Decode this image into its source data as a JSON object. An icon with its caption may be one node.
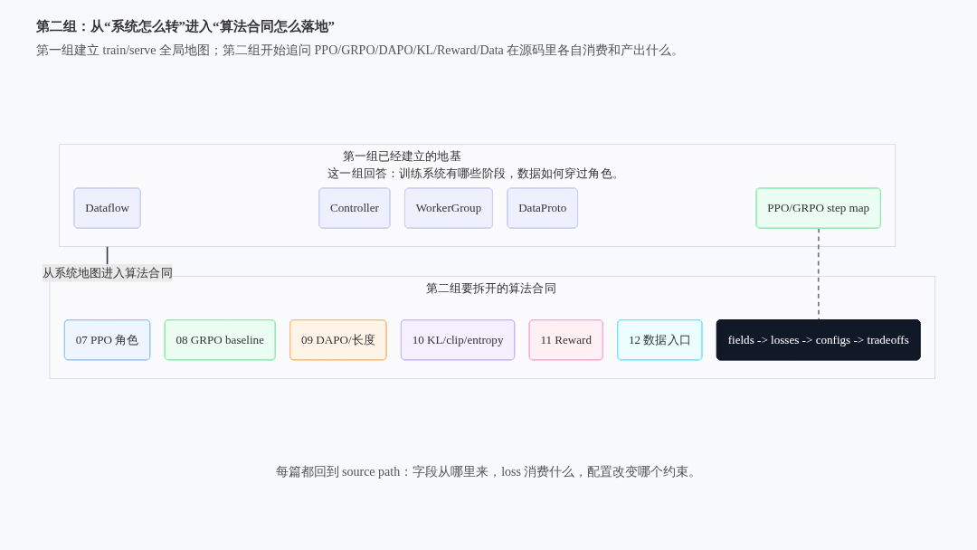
{
  "diagram": {
    "title": "第二组：从“系统怎么转”进入“算法合同怎么落地”",
    "nodes": [
      {
        "text": [
          "第一组已经建立的地基",
          "这一组回答：训练系统有哪些阶段，数据如何穿过角色。"
        ]
      },
      {
        "text": [
          "Dataflow"
        ],
        "in": 0
      },
      {
        "text": [
          "Controller"
        ],
        "in": 0
      },
      {
        "text": [
          "WorkerGroup"
        ],
        "in": 0
      },
      {
        "text": [
          "DataProto"
        ],
        "in": 0
      },
      {
        "text": [
          "PPO/GRPO step map"
        ],
        "in": 0
      },
      {
        "text": [
          "第二组要拆开的算法合同"
        ]
      },
      {
        "text": [
          "07 PPO 角色"
        ],
        "in": 6
      },
      {
        "text": [
          "08 GRPO baseline"
        ],
        "in": 6
      },
      {
        "text": [
          "09 DAPO/长度"
        ],
        "in": 6
      },
      {
        "text": [
          "10 KL/clip/entropy"
        ],
        "in": 6
      },
      {
        "text": [
          "11 Reward"
        ],
        "in": 6
      },
      {
        "text": [
          "12 数据入口"
        ],
        "in": 6
      },
      {
        "text": [
          "fields -> losses -> configs -> tradeoffs"
        ],
        "in": 6
      }
    ],
    "edges": [
      {
        "from": 0,
        "to": 6,
        "arrow": "none",
        "label": "从系统地图进入算法合同",
        "color": "#333a4a"
      },
      {
        "from": 5,
        "to": 13,
        "arrow": "none",
        "style": "dashed",
        "color": "#6b7280"
      }
    ],
    "labels": [
      "第一组建立 train/serve 全局地图；第二组开始追问 PPO/GRPO/DAPO/KL/Reward/Data 在源码里各自消费和产出什么。",
      "每篇都回到 source path：字段从哪里来，loss 消费什么，配置改变哪个约束。"
    ]
  }
}
